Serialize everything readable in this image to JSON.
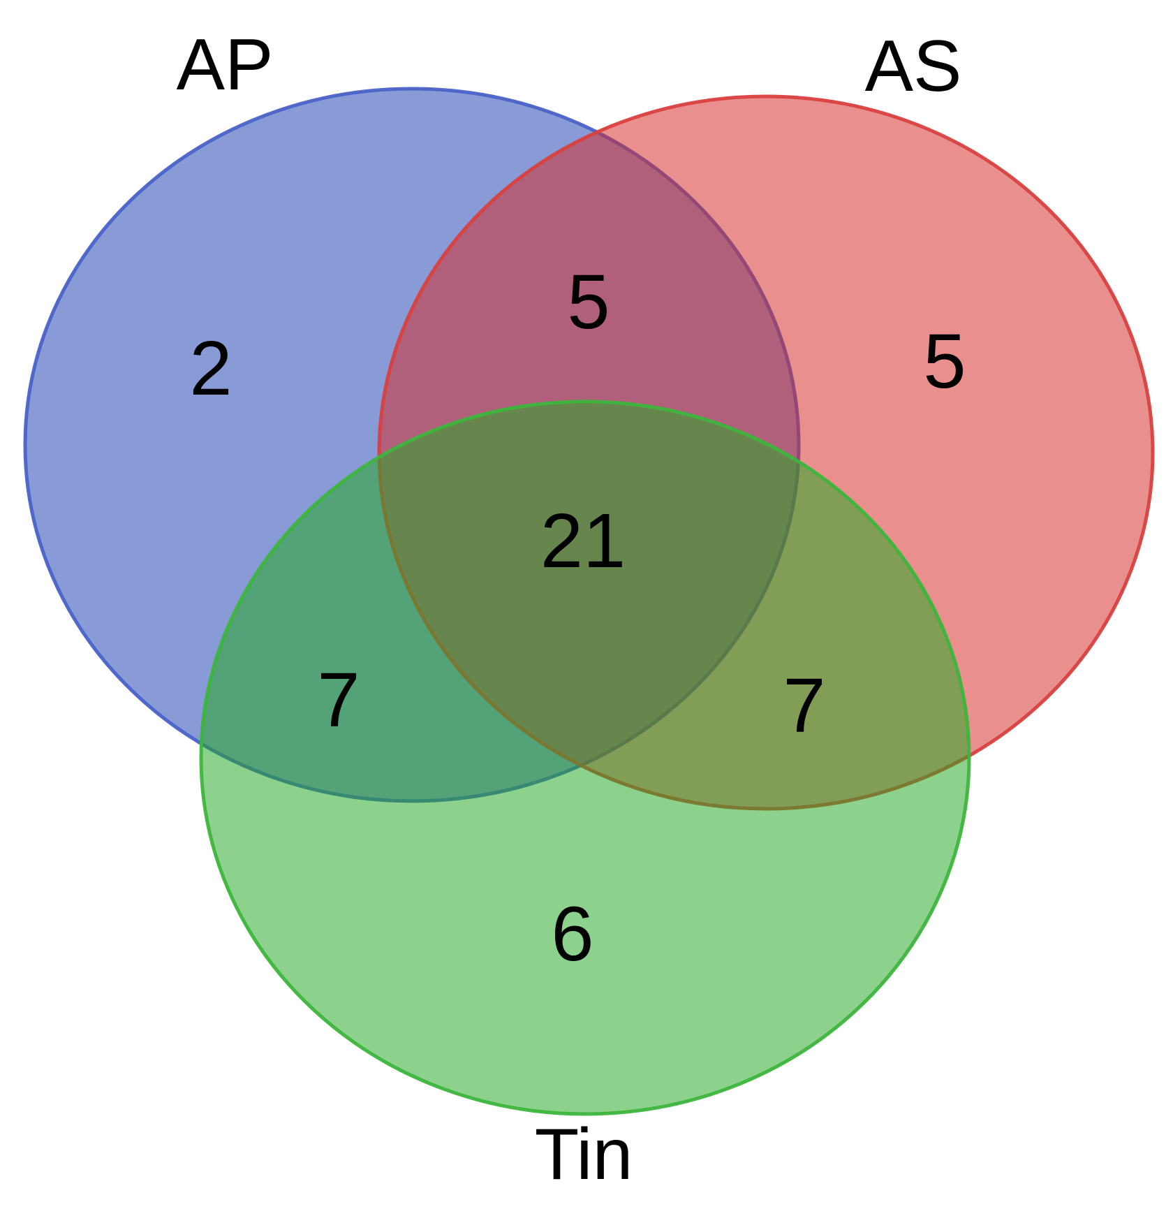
{
  "sets": {
    "ap": {
      "label": "AP",
      "fill": "#1b3fb0",
      "stroke": "#4a62c8"
    },
    "as": {
      "label": "AS",
      "fill": "#d42a28",
      "stroke": "#d9403e"
    },
    "tin": {
      "label": "Tin",
      "fill": "#22a822",
      "stroke": "#3db53d"
    }
  },
  "regions": {
    "ap_only": "2",
    "as_only": "5",
    "tin_only": "6",
    "ap_as": "5",
    "ap_tin": "7",
    "as_tin": "7",
    "all": "21"
  }
}
